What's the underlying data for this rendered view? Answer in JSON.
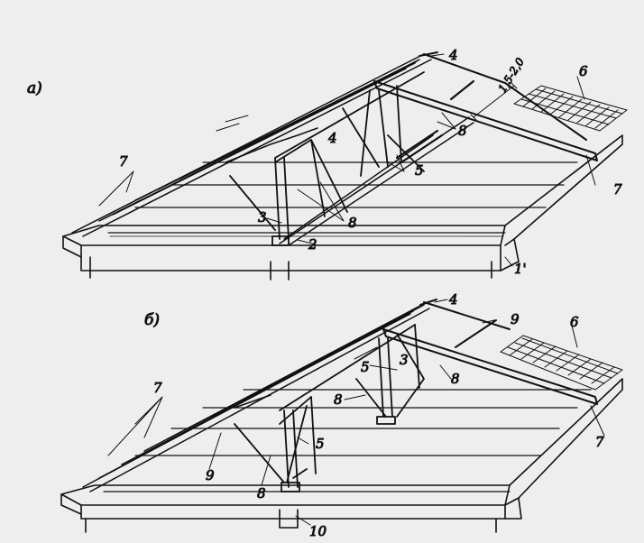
{
  "figure_a": {
    "label": "а)",
    "dimension": "1,5-2,0",
    "callouts": {
      "c1": "1'",
      "c2": "2",
      "c3": "3",
      "c4_top": "4",
      "c4_mid": "4",
      "c5": "5",
      "c6": "6",
      "c7_left": "7",
      "c7_right": "7",
      "c8_upper": "8",
      "c8_lower": "8"
    }
  },
  "figure_b": {
    "label": "б)",
    "callouts": {
      "c3": "3",
      "c4": "4",
      "c5_upper": "5",
      "c5_lower": "5",
      "c6": "6",
      "c7_left": "7",
      "c7_right": "7",
      "c8_left": "8",
      "c8_mid": "8",
      "c8_right": "8",
      "c9_top": "9",
      "c9_bottom": "9",
      "c10": "10"
    }
  }
}
